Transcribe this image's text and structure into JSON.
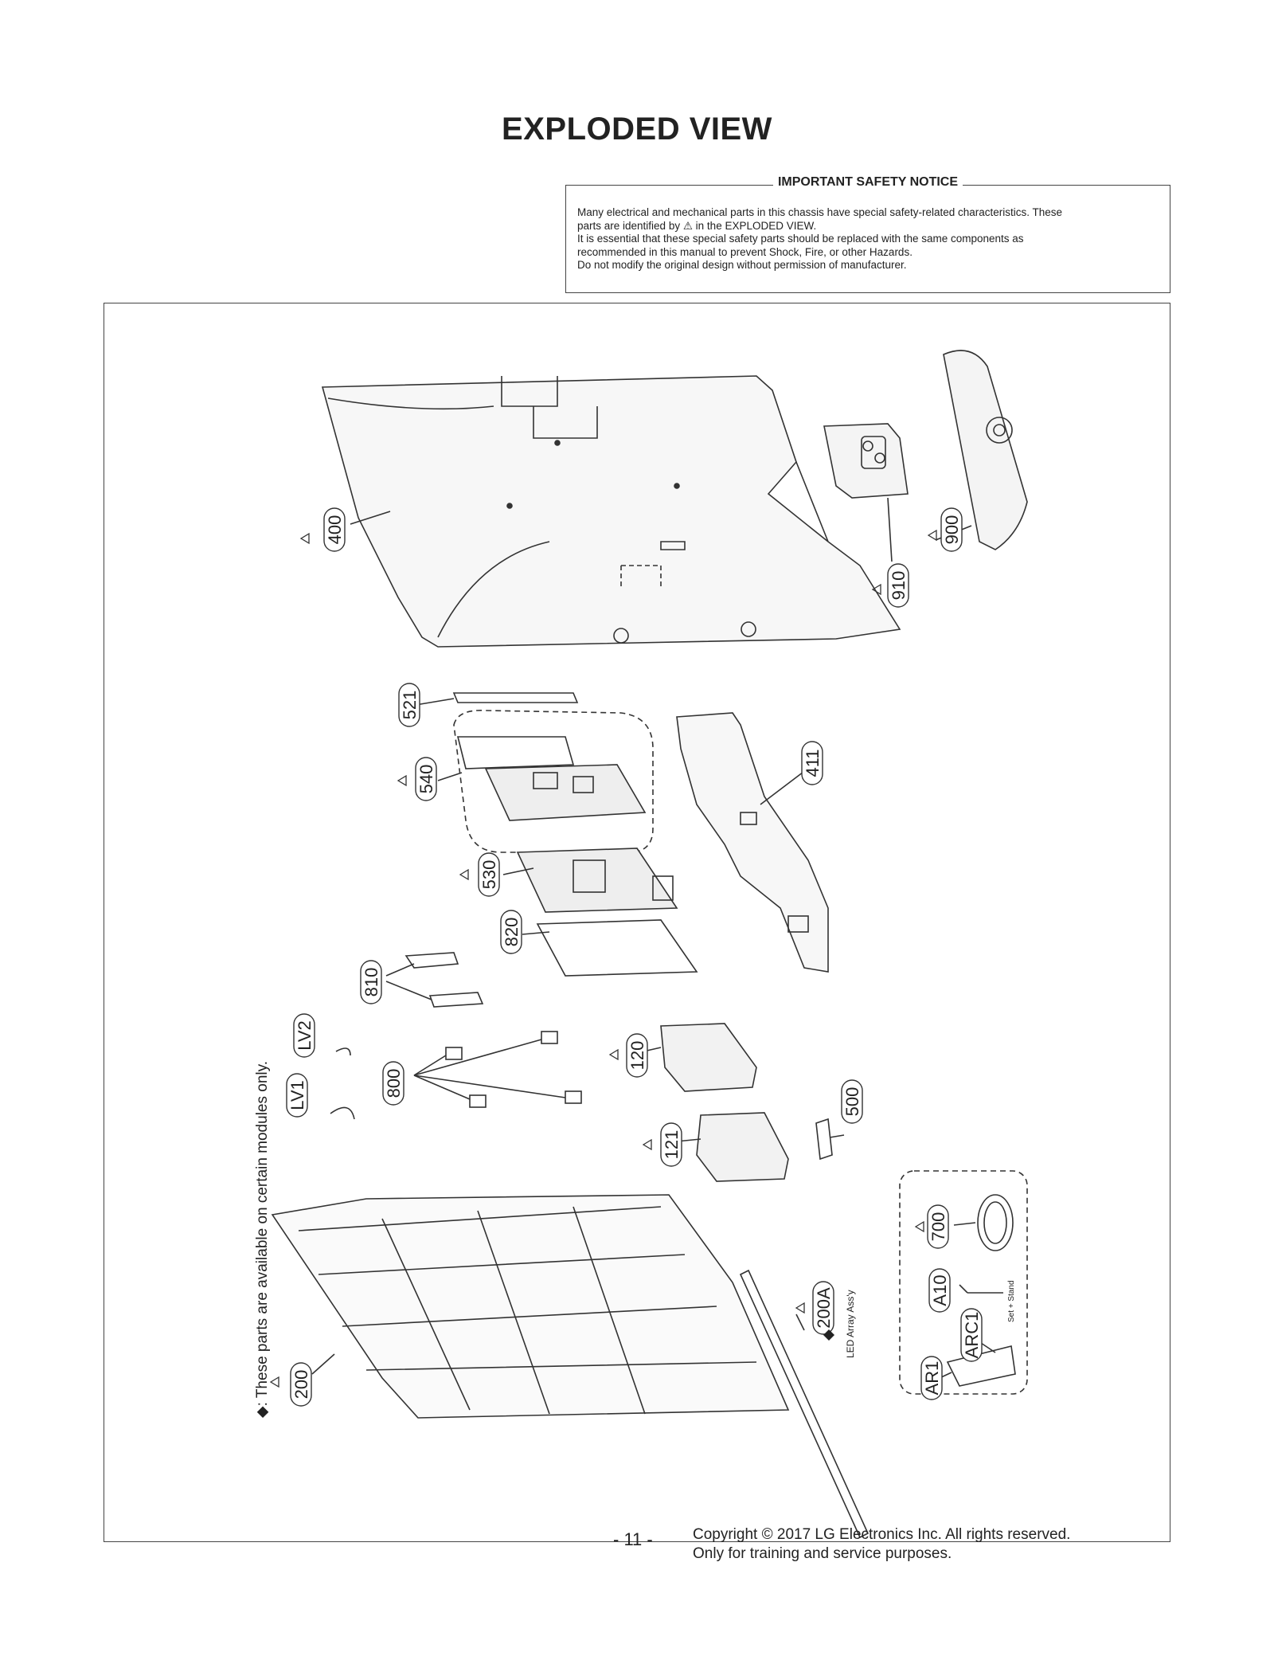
{
  "title": "EXPLODED VIEW",
  "notice": {
    "heading": "IMPORTANT SAFETY NOTICE",
    "line1": "Many electrical and mechanical parts in this chassis have special safety-related characteristics. These",
    "line2": "parts are identified by ⚠ in the EXPLODED VIEW.",
    "line3": "It is essential that these special safety parts should be replaced with the same components as",
    "line4": "recommended in this manual to prevent Shock, Fire, or other Hazards.",
    "line5": "Do not modify the original design without permission of manufacturer."
  },
  "side_note": "◆: These parts are available on certain modules only.",
  "callouts": {
    "p400": "400",
    "p900": "900",
    "p910": "910",
    "p521": "521",
    "p540": "540",
    "p411": "411",
    "p530": "530",
    "p820": "820",
    "p810": "810",
    "pLV2": "LV2",
    "pLV1": "LV1",
    "p800": "800",
    "p120": "120",
    "p121": "121",
    "p500": "500",
    "p700": "700",
    "pA10": "A10",
    "pARC1": "ARC1",
    "pAR1": "AR1",
    "p200": "200",
    "p200A": "200A"
  },
  "labels": {
    "led_array": "LED Array Ass'y",
    "set_stand": "Set + Stand"
  },
  "footer": {
    "page": "- 11 -",
    "copyright1": "Copyright © 2017 LG Electronics Inc. All rights reserved.",
    "copyright2": "Only for training and service purposes."
  }
}
